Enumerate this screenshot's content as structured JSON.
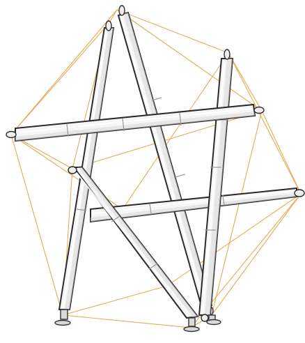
{
  "figure": {
    "subject": "tensegrity-structure",
    "colors": {
      "cable": "#e7ab52",
      "strut_fill": "#f6f6f6",
      "strut_outline": "#2b2b2b",
      "background": "#ffffff"
    },
    "strut_count": 6,
    "cable_color_name": "orange"
  }
}
